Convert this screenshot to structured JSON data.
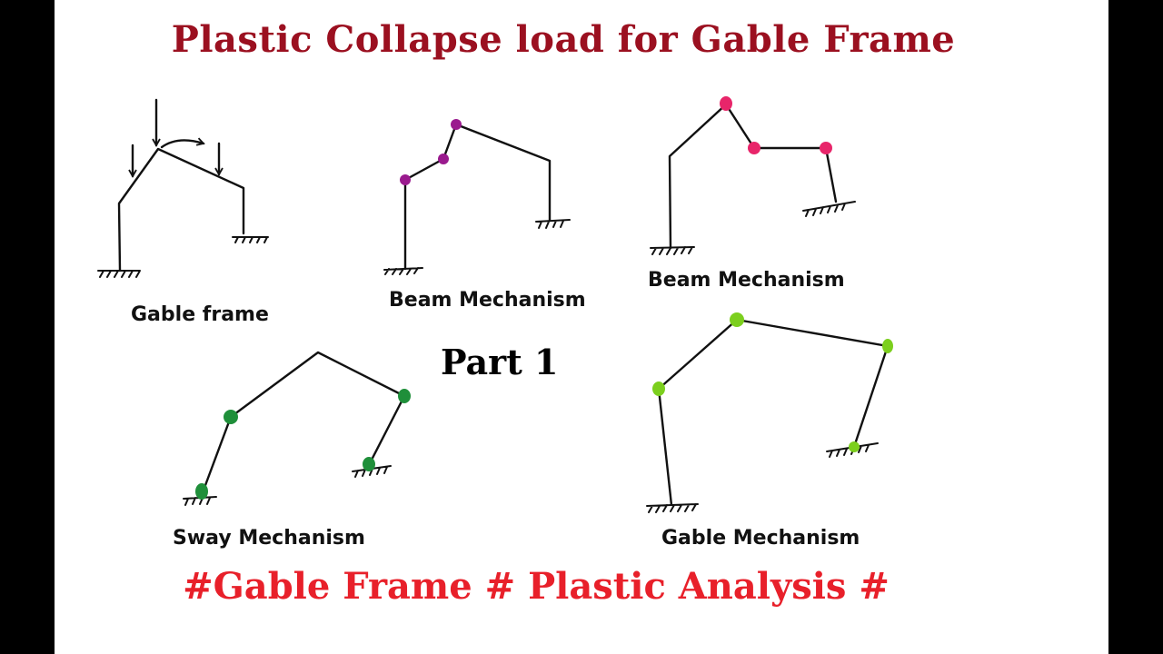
{
  "title": "Plastic Collapse load for Gable Frame",
  "labels": {
    "gable_frame": "Gable frame",
    "beam_mechanism_1": "Beam Mechanism",
    "beam_mechanism_2": "Beam Mechanism",
    "sway_mechanism": "Sway Mechanism",
    "gable_mechanism": "Gable Mechanism"
  },
  "part": "Part 1",
  "hashtags": "#Gable Frame # Plastic Analysis #",
  "colors": {
    "title": "#9b1020",
    "hashtags": "#e8202a",
    "beam_hinge_1": "#9a1a8e",
    "beam_hinge_2": "#e8256a",
    "sway_hinge": "#1f8f3a",
    "gable_hinge": "#7ccf1e"
  }
}
